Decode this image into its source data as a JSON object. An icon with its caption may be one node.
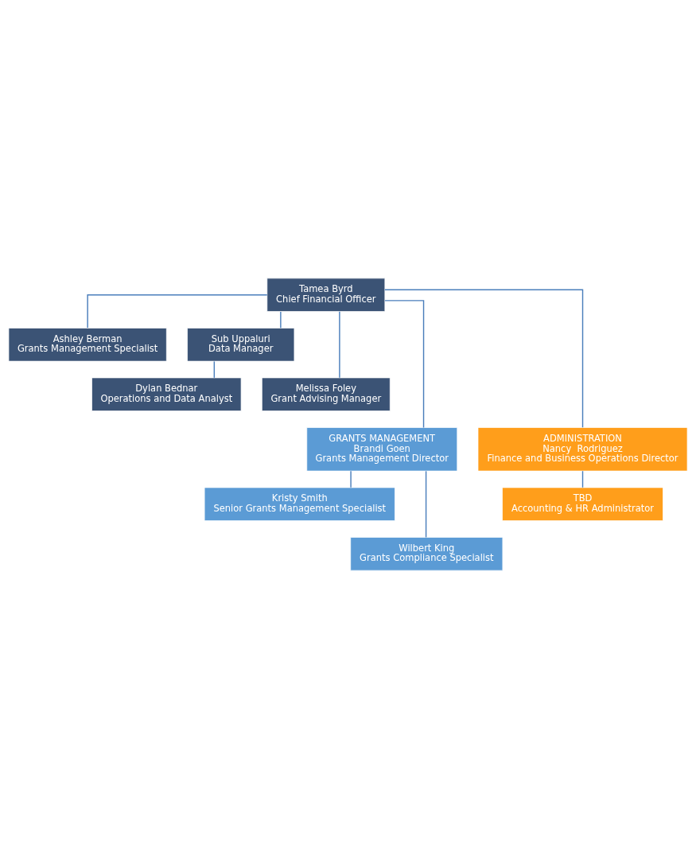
{
  "diagram": {
    "nodes": [
      {
        "text": [
          "Tamea Byrd",
          "Chief Financial Officer"
        ]
      },
      {
        "text": [
          "Ashley Berman",
          "Grants Management Specialist"
        ]
      },
      {
        "text": [
          "Sub Uppaluri",
          "Data Manager"
        ]
      },
      {
        "text": [
          "Melissa Foley",
          "Grant Advising Manager"
        ]
      },
      {
        "text": [
          "Dylan Bednar",
          "Operations and Data Analyst"
        ]
      },
      {
        "text": [
          "GRANTS MANAGEMENT",
          "Brandi Goen",
          "Grants Management Director"
        ]
      },
      {
        "text": [
          "ADMINISTRATION",
          "Nancy  Rodriguez",
          "Finance and Business Operations Director"
        ]
      },
      {
        "text": [
          "TBD",
          "Accounting & HR Administrator"
        ]
      },
      {
        "text": [
          "Kristy Smith",
          "Senior Grants Management Specialist"
        ]
      },
      {
        "text": [
          "Wilbert King",
          "Grants Compliance Specialist"
        ]
      }
    ],
    "edges": [
      {
        "from": 0,
        "to": 1,
        "arrow": "none"
      },
      {
        "from": 0,
        "to": 2,
        "arrow": "none"
      },
      {
        "from": 0,
        "to": 3,
        "arrow": "none"
      },
      {
        "from": 2,
        "to": 4,
        "arrow": "none"
      },
      {
        "from": 0,
        "to": 5,
        "arrow": "none"
      },
      {
        "from": 0,
        "to": 6,
        "arrow": "none"
      },
      {
        "from": 6,
        "to": 7,
        "arrow": "none"
      },
      {
        "from": 5,
        "to": 8,
        "arrow": "none"
      },
      {
        "from": 5,
        "to": 9,
        "arrow": "none"
      }
    ]
  }
}
